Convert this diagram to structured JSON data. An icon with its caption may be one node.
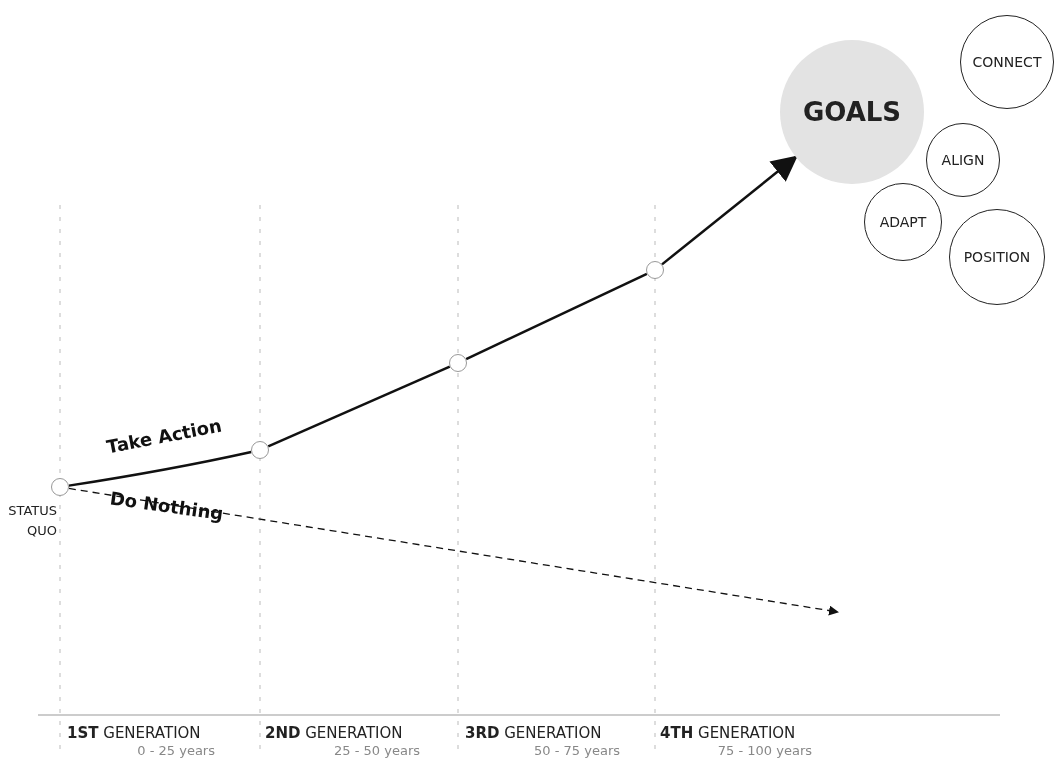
{
  "diagram": {
    "nodes": [
      {
        "text": [],
        "shape": "circle",
        "beside": [
          "STATUS QUO"
        ]
      },
      {
        "text": [],
        "shape": "circle"
      },
      {
        "text": [],
        "shape": "circle"
      },
      {
        "text": [],
        "shape": "circle"
      },
      {
        "text": [
          "GOALS"
        ]
      },
      {
        "text": [
          "CONNECT"
        ]
      },
      {
        "text": [
          "ALIGN"
        ]
      },
      {
        "text": [
          "ADAPT"
        ]
      },
      {
        "text": [
          "POSITION"
        ]
      }
    ],
    "edges": [
      {
        "from": 0,
        "to": 1,
        "arrow": "none",
        "label": "Take Action"
      },
      {
        "from": 1,
        "to": 2,
        "arrow": "none"
      },
      {
        "from": 2,
        "to": 3,
        "arrow": "none"
      },
      {
        "from": 3,
        "to": 4,
        "arrow": "to"
      },
      {
        "from": 0,
        "to": null,
        "arrow": "to",
        "style": "dashed",
        "label": "Do Nothing"
      }
    ],
    "labels": [
      "**1ST** GENERATION",
      "**2ND** GENERATION",
      "**3RD** GENERATION",
      "**4TH** GENERATION",
      "0 - 25 years",
      "25 - 50 years",
      "50 - 75 years",
      "75 - 100 years"
    ]
  }
}
